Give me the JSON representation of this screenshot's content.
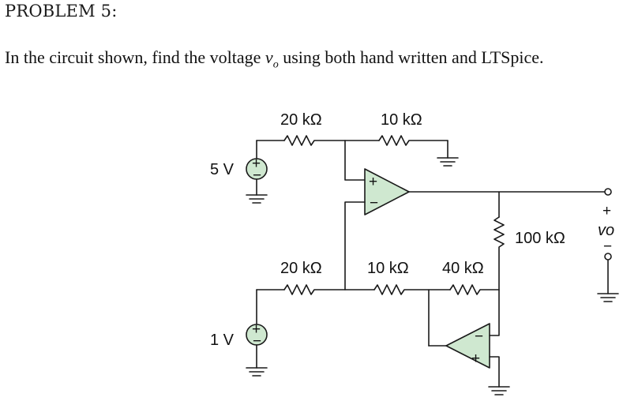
{
  "problem": {
    "heading": "PROBLEM 5:",
    "statement_before": "In the circuit shown, find the voltage ",
    "variable": "v",
    "variable_sub": "o",
    "statement_after": " using both hand written and LTSpice."
  },
  "circuit": {
    "source_top_label": "5 V",
    "source_bottom_label": "1 V",
    "r_top_left": "20 kΩ",
    "r_top_right": "10 kΩ",
    "r_bottom_1": "20 kΩ",
    "r_bottom_2": "10 kΩ",
    "r_bottom_3": "40 kΩ",
    "r_load": "100 kΩ",
    "plus_sign": "+",
    "minus_sign": "−",
    "vo_label": "vo"
  }
}
